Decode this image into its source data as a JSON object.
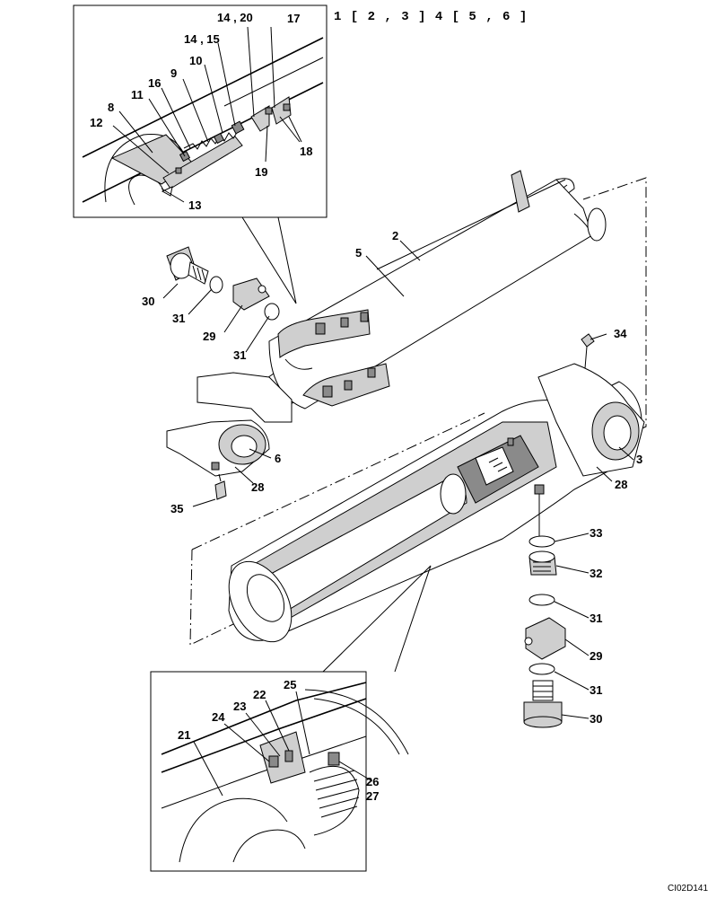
{
  "header": {
    "text": "1 [ 2 , 3 ]   4 [ 5 , 6 ]"
  },
  "drawing_code": "CI02D141",
  "callouts": {
    "c14_20": "14 , 20",
    "c17": "17",
    "c14_15": "14 , 15",
    "c10": "10",
    "c9": "9",
    "c16": "16",
    "c11": "11",
    "c8": "8",
    "c12": "12",
    "c18": "18",
    "c19": "19",
    "c13": "13",
    "c2": "2",
    "c5": "5",
    "c30a": "30",
    "c31a": "31",
    "c29a": "29",
    "c31b": "31",
    "c34": "34",
    "c6": "6",
    "c3": "3",
    "c28a": "28",
    "c28b": "28",
    "c35": "35",
    "c33": "33",
    "c32": "32",
    "c31c": "31",
    "c29b": "29",
    "c31d": "31",
    "c30b": "30",
    "c21": "21",
    "c22": "22",
    "c23": "23",
    "c24": "24",
    "c25": "25",
    "c26": "26",
    "c27": "27"
  }
}
